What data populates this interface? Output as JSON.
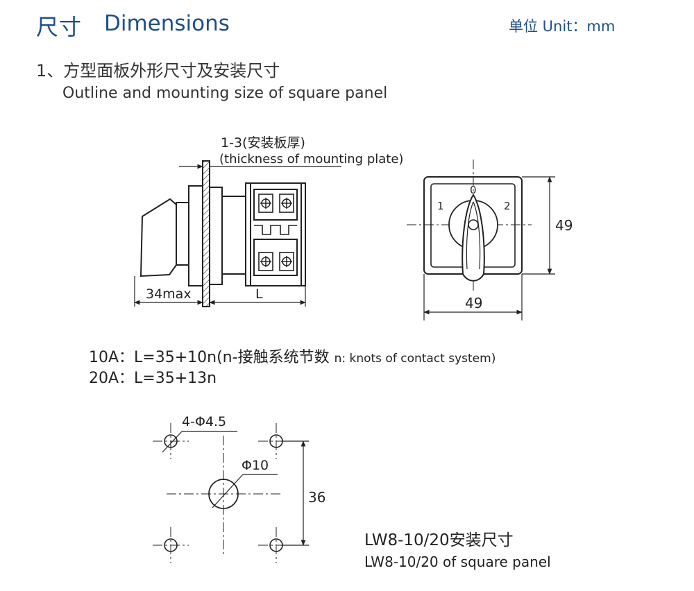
{
  "header": {
    "title_zh": "尺寸",
    "title_en": "Dimensions",
    "unit": "单位 Unit：mm"
  },
  "section": {
    "title_zh": "1、方型面板外形尺寸及安装尺寸",
    "title_en": "Outline and mounting size of square panel"
  },
  "side_view": {
    "plate_label_zh": "1-3(安装板厚)",
    "plate_label_en": "(thickness of mounting plate)",
    "dim_depth": "34max",
    "dim_length": "L"
  },
  "front_view": {
    "pos_0": "0",
    "pos_1": "1",
    "pos_2": "2",
    "dim_height": "49",
    "dim_width": "49"
  },
  "formulas": {
    "f10a": "10A：L=35+10n(n-接触系统节数",
    "f10a_note": "n: knots of contact system)",
    "f20a": "20A：L=35+13n"
  },
  "mounting": {
    "holes_label": "4-Φ4.5",
    "center_label": "Φ10",
    "dim_spacing": "36",
    "title_zh": "LW8-10/20安装尺寸",
    "title_en": "LW8-10/20 of square panel"
  },
  "colors": {
    "heading": "#1f4f8a",
    "line": "#222222"
  }
}
